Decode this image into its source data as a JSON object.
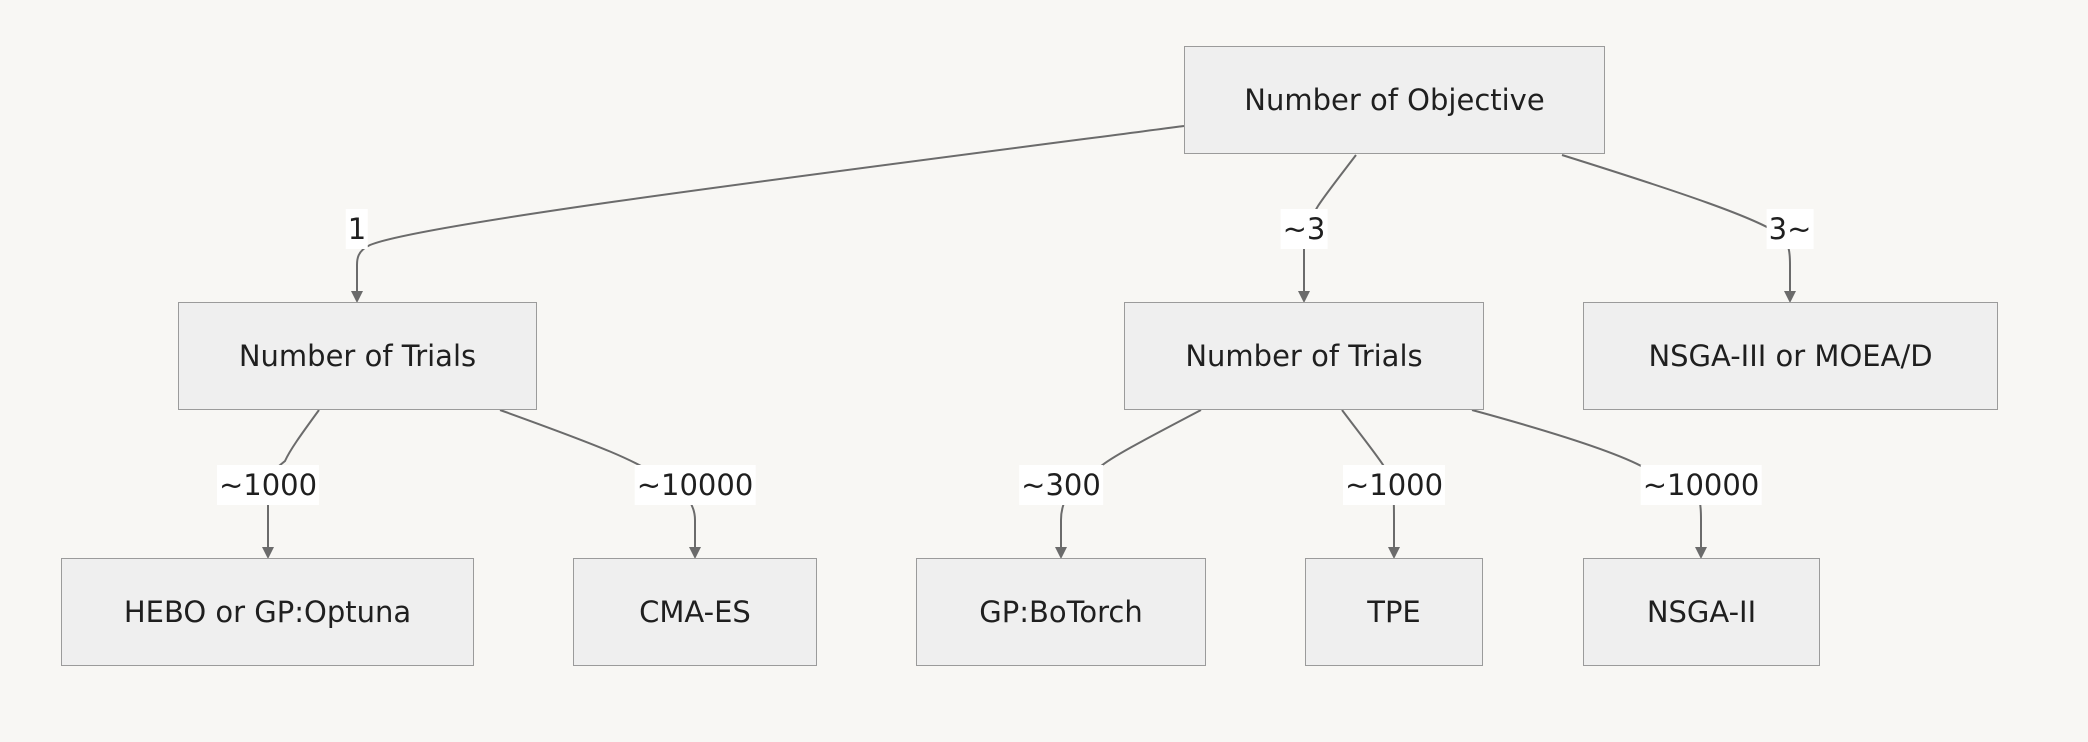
{
  "nodes": {
    "objective": "Number of Objective",
    "trials_single": "Number of Trials",
    "trials_multi": "Number of Trials",
    "nsga3": "NSGA-III or MOEA/D",
    "hebo": "HEBO or GP:Optuna",
    "cmaes": "CMA-ES",
    "botorch": "GP:BoTorch",
    "tpe": "TPE",
    "nsga2": "NSGA-II"
  },
  "edges": {
    "obj_to_single": "1",
    "obj_to_multi": "~3",
    "obj_to_many": "3~",
    "single_to_hebo": "~1000",
    "single_to_cmaes": "~10000",
    "multi_to_botorch": "~300",
    "multi_to_tpe": "~1000",
    "multi_to_nsga2": "~10000"
  },
  "colors": {
    "background": "#f8f7f4",
    "node_fill": "#efefef",
    "node_border": "#9b9b9b",
    "edge": "#6b6b6b"
  }
}
